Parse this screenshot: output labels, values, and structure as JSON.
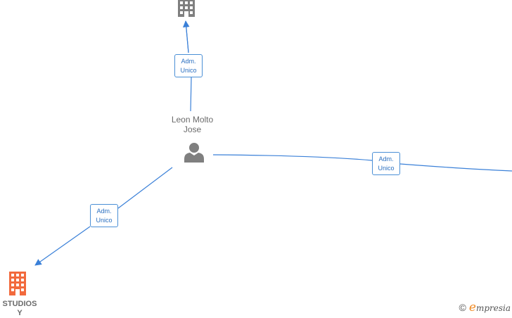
{
  "nodes": {
    "person": {
      "name_line1": "Leon Molto",
      "name_line2": "Jose",
      "icon": "person-icon",
      "color": "#7f7f7f"
    },
    "company_top": {
      "icon": "building-icon",
      "color": "#7f7f7f"
    },
    "company_bottom": {
      "label_line1": "STUDIOS",
      "label_line2": "Y",
      "icon": "building-icon",
      "color": "#f26a3d"
    }
  },
  "edges": [
    {
      "id": "to-top-company",
      "label_line1": "Adm.",
      "label_line2": "Unico"
    },
    {
      "id": "to-right-offscreen",
      "label_line1": "Adm.",
      "label_line2": "Unico"
    },
    {
      "id": "to-bottom-company",
      "label_line1": "Adm.",
      "label_line2": "Unico"
    }
  ],
  "edge_color": "#3a80d8",
  "footer": {
    "copyright": "©",
    "brand_initial": "e",
    "brand_rest": "mpresia",
    "brand_color": "#f08a24"
  }
}
